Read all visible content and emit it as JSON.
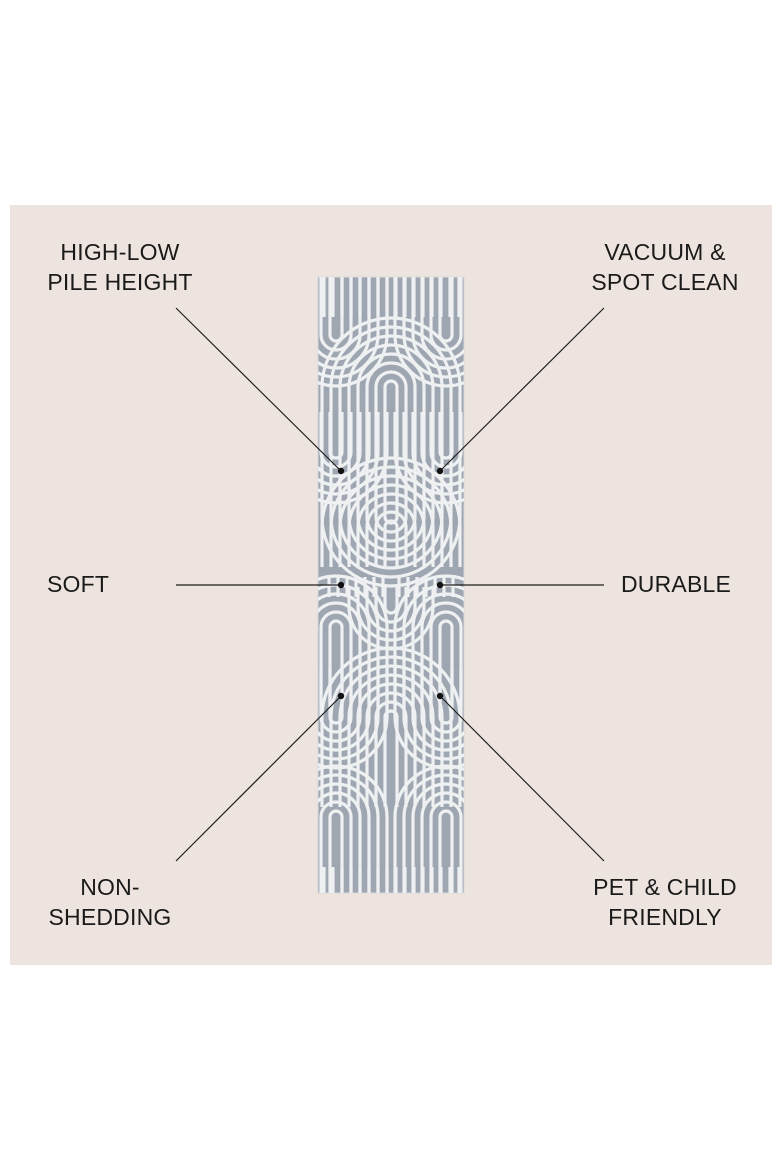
{
  "colors": {
    "panel_bg": "#ede4df",
    "rug_base": "#9ea6b1",
    "rug_line": "#eef0f2",
    "leader_line": "#1e1e1e",
    "text": "#1a1a1a"
  },
  "rug": {
    "pattern": "geometric-arches-runner",
    "colorway": "grey-blue and cream"
  },
  "features": {
    "top_left": {
      "line1": "HIGH-LOW",
      "line2": "PILE HEIGHT"
    },
    "top_right": {
      "line1": "VACUUM &",
      "line2": "SPOT CLEAN"
    },
    "middle_left": {
      "line1": "SOFT"
    },
    "middle_right": {
      "line1": "DURABLE"
    },
    "bottom_left": {
      "line1": "NON-",
      "line2": "SHEDDING"
    },
    "bottom_right": {
      "line1": "PET & CHILD",
      "line2": "FRIENDLY"
    }
  }
}
